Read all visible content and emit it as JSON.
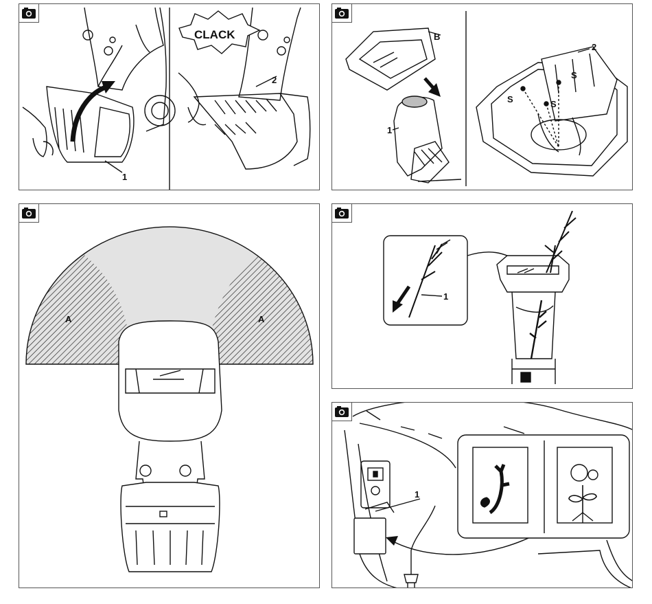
{
  "panels": {
    "p1": {
      "sound": "CLACK",
      "callout_1": "1",
      "callout_2": "2"
    },
    "p2": {
      "callout_b": "B",
      "callout_1": "1",
      "callout_2": "2",
      "callout_s1": "S",
      "callout_s2": "S",
      "callout_s3": "S"
    },
    "p3": {
      "zone_left": "A",
      "zone_right": "A"
    },
    "p4": {
      "callout_1": "1"
    },
    "p5": {
      "callout_1": "1"
    }
  },
  "icons": [
    "camera-icon",
    "arrow-icon",
    "branch-icon",
    "flower-icon",
    "plug-icon",
    "switch-icon"
  ],
  "colors": {
    "line": "#111111",
    "frame": "#555555",
    "zone_gray": "#e3e3e3",
    "window_gray": "#bdbdbd"
  }
}
